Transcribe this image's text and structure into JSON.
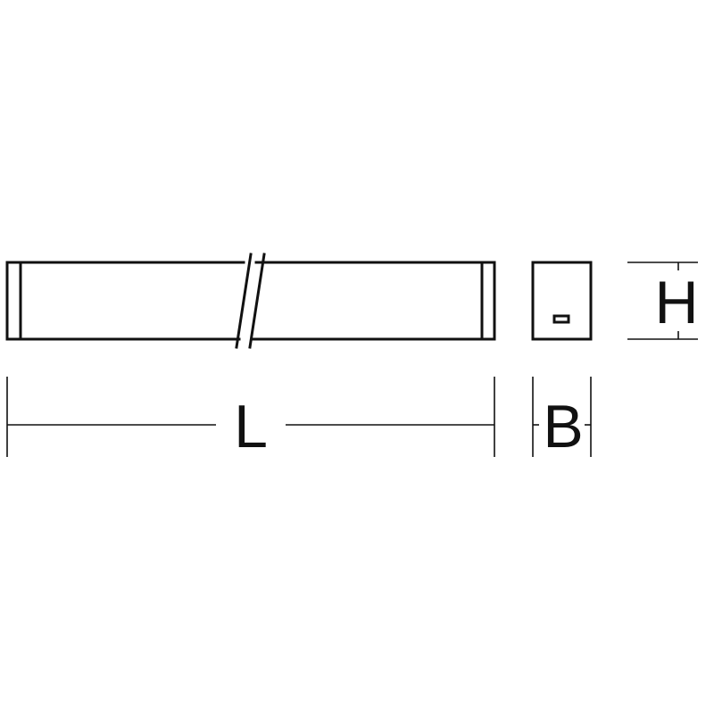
{
  "labels": {
    "length": "L",
    "width": "B",
    "height": "H"
  },
  "colors": {
    "line": "#111111",
    "background": "#ffffff"
  }
}
